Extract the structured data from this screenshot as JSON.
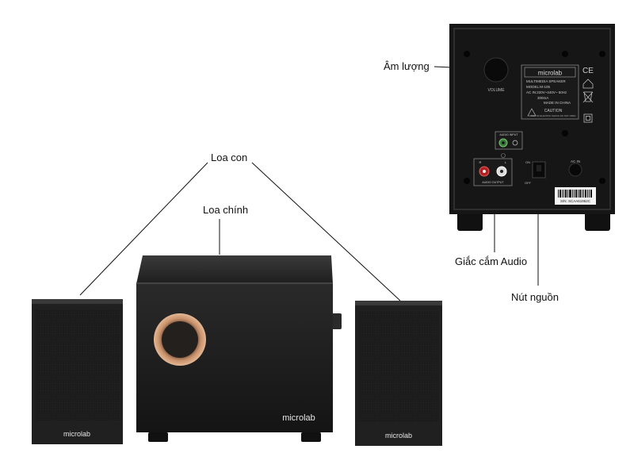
{
  "labels": {
    "satellite": "Loa con",
    "main": "Loa chính",
    "volume": "Âm lượng",
    "audio_jack": "Giắc cắm Audio",
    "power_button": "Nút nguồn"
  },
  "brand": "microlab",
  "back_panel": {
    "brand": "microlab",
    "product": "MULTIMEDIA SPEAKER",
    "model": "MODEL:M-105",
    "power_rating": "AC IN:220V~240V~ 50Hz",
    "current": "300mA",
    "origin": "MADE IN CHINA",
    "caution_title": "CAUTION",
    "caution_text": "RISK OF ELECTRIC SHOCK DO NOT OPEN",
    "ce_mark": "CE",
    "volume_knob_label": "VOLUME",
    "audio_input_label": "AUDIO INPUT",
    "audio_output_label": "AUDIO OUTPUT",
    "channel_r": "R",
    "channel_l": "L",
    "switch_on": "ON",
    "switch_off": "OFF",
    "ac_in_label": "AC IN",
    "serial": "S/N: SCAA61952C"
  },
  "colors": {
    "cabinet": "#1c1c1c",
    "cabinet_edge": "#2e2e2e",
    "port_ring": "#c8906a",
    "leader_line": "#111111"
  }
}
